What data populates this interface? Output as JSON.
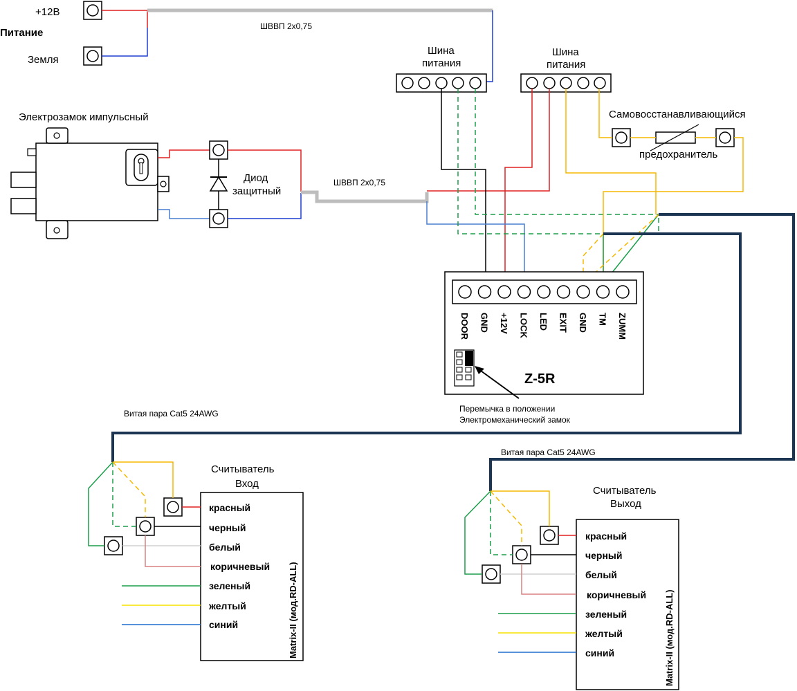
{
  "power": {
    "plus12": "+12В",
    "title": "Питание",
    "ground": "Земля",
    "cable": "ШВВП 2х0,75"
  },
  "bus1": {
    "title1": "Шина",
    "title2": "питания"
  },
  "bus2": {
    "title1": "Шина",
    "title2": "питания"
  },
  "fuse": {
    "title1": "Самовосстанавливающийся",
    "title2": "предохранитель"
  },
  "lock": {
    "title": "Электрозамок импульсный"
  },
  "diode": {
    "title1": "Диод",
    "title2": "защитный"
  },
  "lock_cable": "ШВВП 2х0,75",
  "controller": {
    "name": "Z-5R",
    "terminals": [
      "DOOR",
      "GND",
      "+12V",
      "LOCK",
      "LED",
      "EXIT",
      "GND",
      "TM",
      "ZUMM"
    ],
    "jumper_note1": "Перемычка в положении",
    "jumper_note2": "Электромеханический замок"
  },
  "cable_in": "Витая пара Cat5 24AWG",
  "cable_out": "Витая пара Cat5 24AWG",
  "reader_in": {
    "title1": "Считыватель",
    "title2": "Вход",
    "model": "Matrix-II (мод.RD-ALL)",
    "wires": [
      "красный",
      "черный",
      "белый",
      "коричневый",
      "зеленый",
      "желтый",
      "синий"
    ]
  },
  "reader_out": {
    "title1": "Считыватель",
    "title2": "Выход",
    "model": "Matrix-II (мод.RD-ALL)",
    "wires": [
      "красный",
      "черный",
      "белый",
      "коричневый",
      "зеленый",
      "желтый",
      "синий"
    ]
  },
  "colors": {
    "red": "#e02020",
    "blue": "#1f3fd0",
    "lightblue": "#4a7fd0",
    "gray": "#bdbdbd",
    "navy": "#1c3552",
    "green": "#1a9e4a",
    "yellow": "#f5b800",
    "brown": "#d98080"
  }
}
